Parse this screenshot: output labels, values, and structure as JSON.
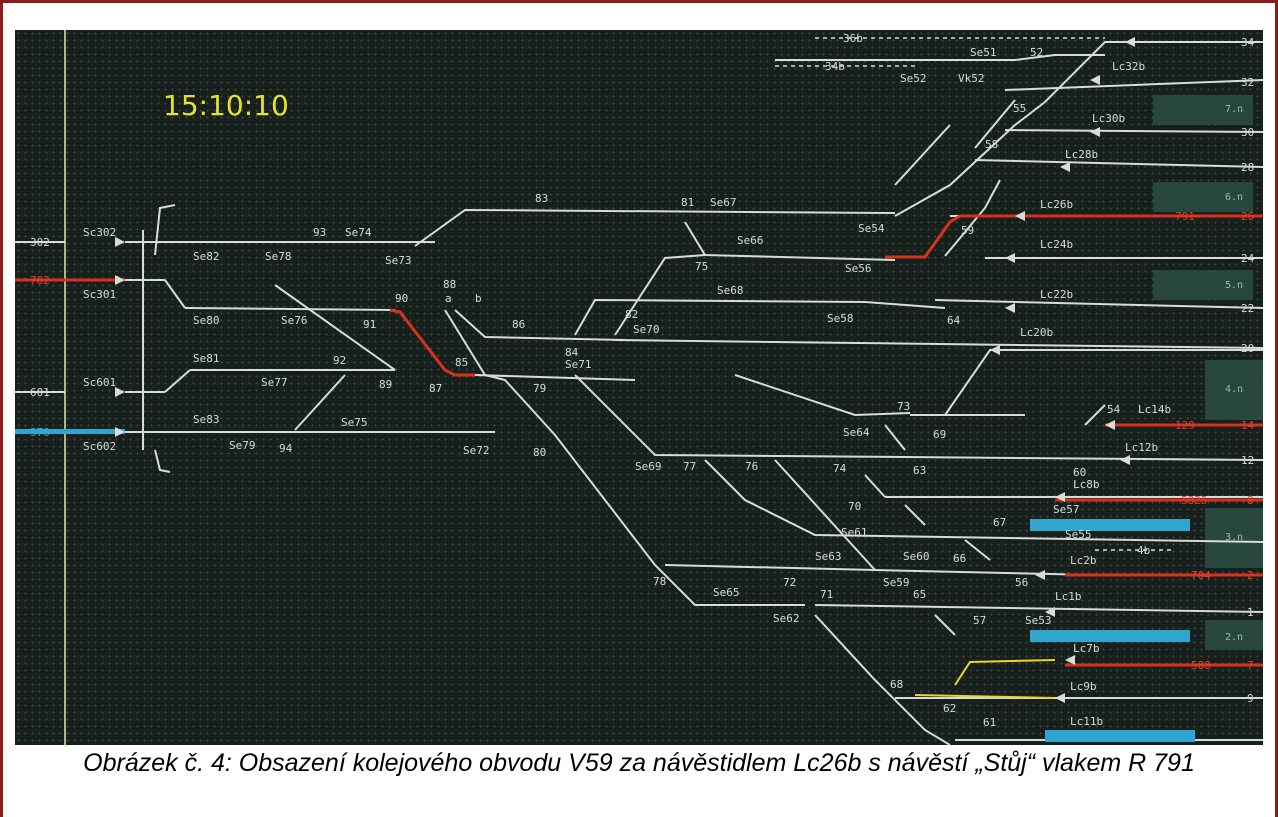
{
  "clock": "15:10:10",
  "caption": "Obrázek č. 4: Obsazení kolejového obvodu V59 za návěstidlem Lc26b s návěstí „Stůj“ vlakem R 791",
  "colors": {
    "background": "#17201c",
    "track": "#d9dcd6",
    "occupied": "#d8321f",
    "train_blue": "#2ea6cf",
    "yellow": "#e6d62a",
    "clock": "#e6e22a"
  },
  "left_tracks": {
    "t302": "302",
    "t782": "782",
    "t601": "601",
    "t570": "570"
  },
  "signals": {
    "Sc302": "Sc302",
    "Sc301": "Sc301",
    "Sc601": "Sc601",
    "Sc602": "Sc602",
    "Se82": "Se82",
    "Se78": "Se78",
    "Se74": "Se74",
    "Se73": "Se73",
    "Se80": "Se80",
    "Se76": "Se76",
    "Se81": "Se81",
    "Se77": "Se77",
    "Se83": "Se83",
    "Se79": "Se79",
    "Se75": "Se75",
    "Se72": "Se72",
    "Se67": "Se67",
    "Se66": "Se66",
    "Se68": "Se68",
    "Se70": "Se70",
    "Se71": "Se71",
    "Se69": "Se69",
    "Se54": "Se54",
    "Se56": "Se56",
    "Se58": "Se58",
    "Se64": "Se64",
    "Se61": "Se61",
    "Se63": "Se63",
    "Se60": "Se60",
    "Se59": "Se59",
    "Se65": "Se65",
    "Se62": "Se62",
    "Se51": "Se51",
    "Se52": "Se52",
    "Vk52": "Vk52",
    "Se57": "Se57",
    "Se55": "Se55",
    "Se53": "Se53",
    "Lc32b": "Lc32b",
    "Lc30b": "Lc30b",
    "Lc28b": "Lc28b",
    "Lc26b": "Lc26b",
    "Lc24b": "Lc24b",
    "Lc22b": "Lc22b",
    "Lc20b": "Lc20b",
    "Lc14b": "Lc14b",
    "Lc12b": "Lc12b",
    "Lc8b": "Lc8b",
    "Lc2b": "Lc2b",
    "Lc1b": "Lc1b",
    "Lc7b": "Lc7b",
    "Lc9b": "Lc9b",
    "Lc11b": "Lc11b"
  },
  "switches": {
    "n93": "93",
    "n90": "90",
    "n91": "91",
    "n88": "88",
    "n88a": "a",
    "n88b": "b",
    "n83": "83",
    "n81": "81",
    "n86": "86",
    "n92": "92",
    "n89": "89",
    "n87": "87",
    "n85": "85",
    "n84": "84",
    "n79": "79",
    "n80": "80",
    "n94": "94",
    "n82": "82",
    "n75": "75",
    "n77": "77",
    "n76": "76",
    "n74": "74",
    "n73": "73",
    "n69": "69",
    "n63": "63",
    "n70": "70",
    "n67": "67",
    "n66": "66",
    "n56": "56",
    "n72": "72",
    "n78": "78",
    "n71": "71",
    "n65": "65",
    "n57": "57",
    "n68": "68",
    "n62": "62",
    "n61": "61",
    "n64": "64",
    "n59": "59",
    "n55": "55",
    "n58": "58",
    "n52": "52",
    "n54": "54",
    "n60": "60"
  },
  "right_tracks": {
    "t34": "34",
    "t32": "32",
    "t30": "30",
    "t28": "28",
    "t26": "26",
    "t24": "24",
    "t22": "22",
    "t20": "20",
    "t14": "14",
    "t12": "12",
    "t8": "8",
    "t2": "2",
    "t1": "1",
    "t7": "7",
    "t9": "9"
  },
  "stubs": {
    "s36": "36b",
    "s34": "34b",
    "s4b": "4b"
  },
  "trains": {
    "r791": "791",
    "r129": "129",
    "r5825": "5825",
    "r704": "704",
    "r588": "588"
  },
  "platforms": {
    "p7": "7.n",
    "p6": "6.n",
    "p5": "5.n",
    "p4": "4.n",
    "p3": "3.n",
    "p2": "2.n"
  }
}
